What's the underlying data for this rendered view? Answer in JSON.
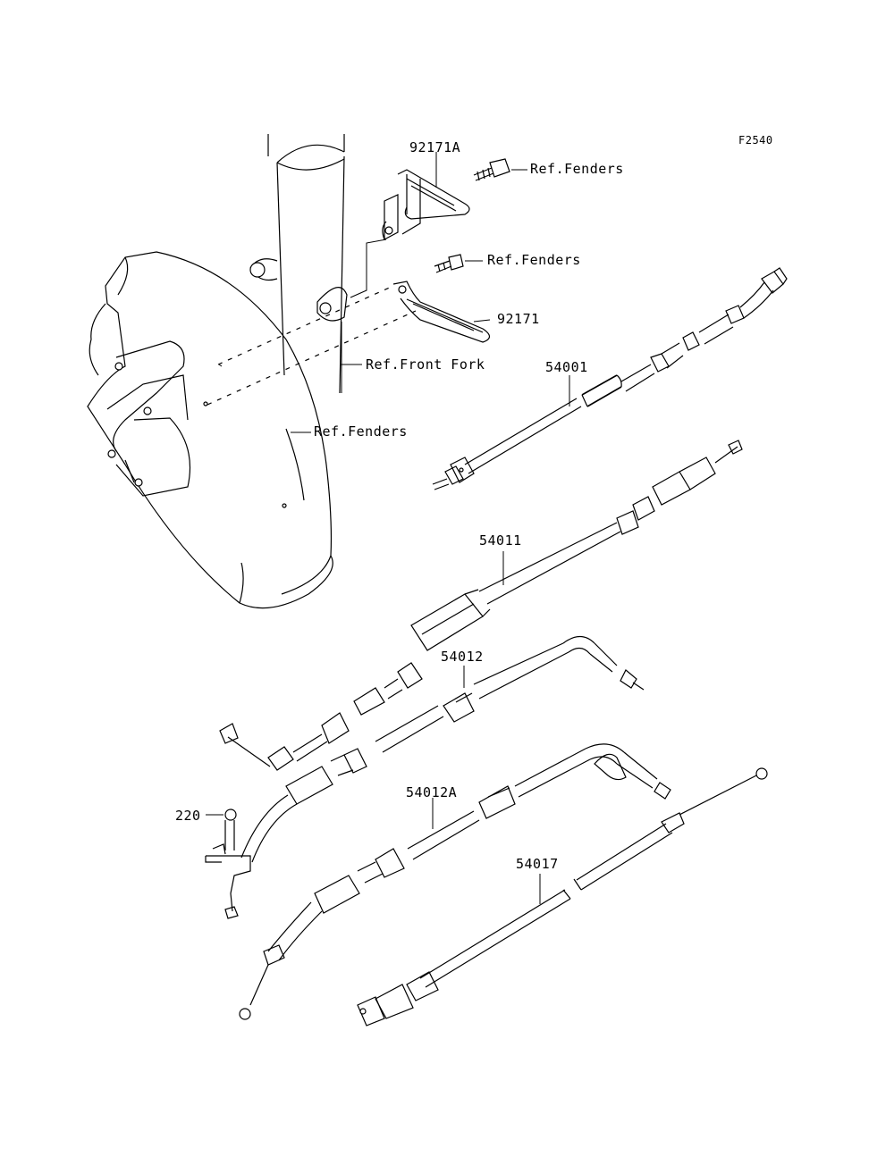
{
  "figure_code": "F2540",
  "labels": {
    "bracket_a": "92171A",
    "bracket": "92171",
    "ref_fenders_1": "Ref.Fenders",
    "ref_fenders_2": "Ref.Fenders",
    "ref_fenders_3": "Ref.Fenders",
    "ref_front_fork": "Ref.Front Fork",
    "speedometer_cable": "54001",
    "clutch_cable": "54011",
    "throttle_cable_open": "54012",
    "throttle_cable_close": "54012A",
    "choke_cable": "54017",
    "clamp": "220"
  }
}
